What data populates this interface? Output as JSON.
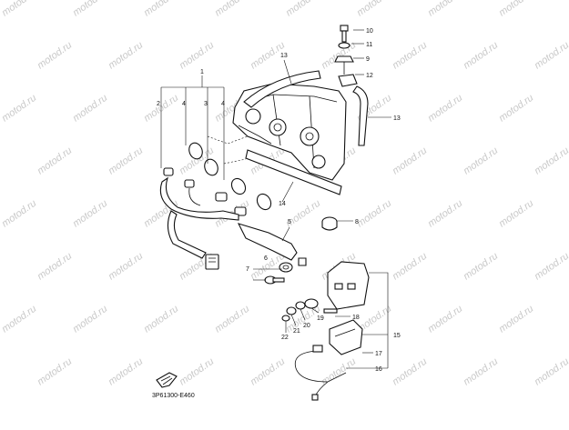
{
  "watermark_text": "motod.ru",
  "diagram_code": "3P61300-E460",
  "callouts": [
    "1",
    "2",
    "3",
    "4",
    "4",
    "5",
    "6",
    "7",
    "8",
    "9",
    "10",
    "11",
    "12",
    "13",
    "13",
    "14",
    "15",
    "16",
    "17",
    "18",
    "19",
    "20",
    "21",
    "22"
  ],
  "colors": {
    "line": "#111111",
    "watermark": "#c9c9c9",
    "background": "#ffffff"
  }
}
